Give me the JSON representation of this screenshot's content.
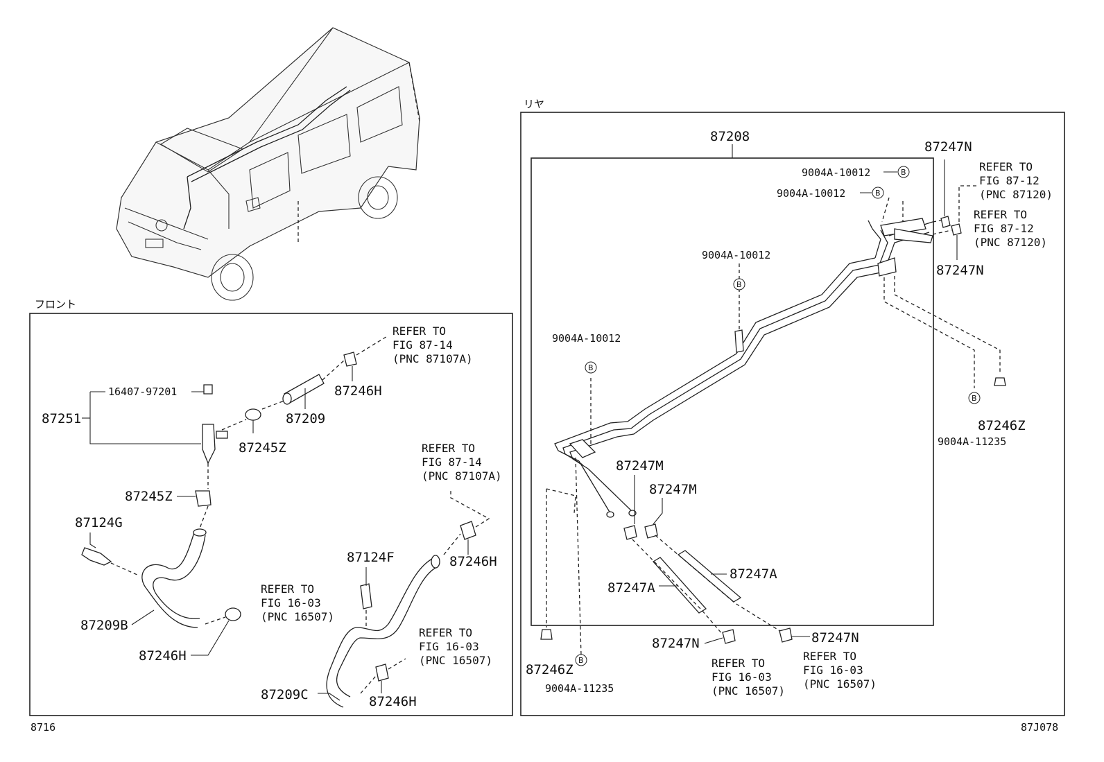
{
  "sections": {
    "front_label": "フロント",
    "rear_label": "リヤ"
  },
  "footer": {
    "left_code": "8716",
    "right_code": "87J078"
  },
  "front_parts": {
    "p87251": "87251",
    "p16407": "16407-97201",
    "p87245Z_a": "87245Z",
    "p87245Z_b": "87245Z",
    "p87209": "87209",
    "p87246H_a": "87246H",
    "p87124G": "87124G",
    "p87209B": "87209B",
    "p87246H_b": "87246H",
    "p87124F": "87124F",
    "p87246H_c": "87246H",
    "p87209C": "87209C",
    "p87246H_d": "87246H"
  },
  "front_refs": {
    "r1": [
      "REFER TO",
      "FIG 87-14",
      "(PNC 87107A)"
    ],
    "r2": [
      "REFER TO",
      "FIG 87-14",
      "(PNC 87107A)"
    ],
    "r3": [
      "REFER TO",
      "FIG 16-03",
      "(PNC 16507)"
    ],
    "r4": [
      "REFER TO",
      "FIG 16-03",
      "(PNC 16507)"
    ]
  },
  "rear_parts": {
    "p87208": "87208",
    "p87247N_a": "87247N",
    "p87247N_b": "87247N",
    "b1": "9004A-10012",
    "b2": "9004A-10012",
    "b3": "9004A-10012",
    "b4": "9004A-10012",
    "p87246Z_a": "87246Z",
    "b5": "9004A-11235",
    "p87247M_a": "87247M",
    "p87247M_b": "87247M",
    "p87247A_a": "87247A",
    "p87247A_b": "87247A",
    "p87247N_c": "87247N",
    "p87247N_d": "87247N",
    "p87246Z_b": "87246Z",
    "b6": "9004A-11235",
    "bmark": "B"
  },
  "rear_refs": {
    "r1": [
      "REFER TO",
      "FIG 87-12",
      "(PNC 87120)"
    ],
    "r2": [
      "REFER TO",
      "FIG 87-12",
      "(PNC 87120)"
    ],
    "r3": [
      "REFER TO",
      "FIG 16-03",
      "(PNC 16507)"
    ],
    "r4": [
      "REFER TO",
      "FIG 16-03",
      "(PNC 16507)"
    ]
  }
}
